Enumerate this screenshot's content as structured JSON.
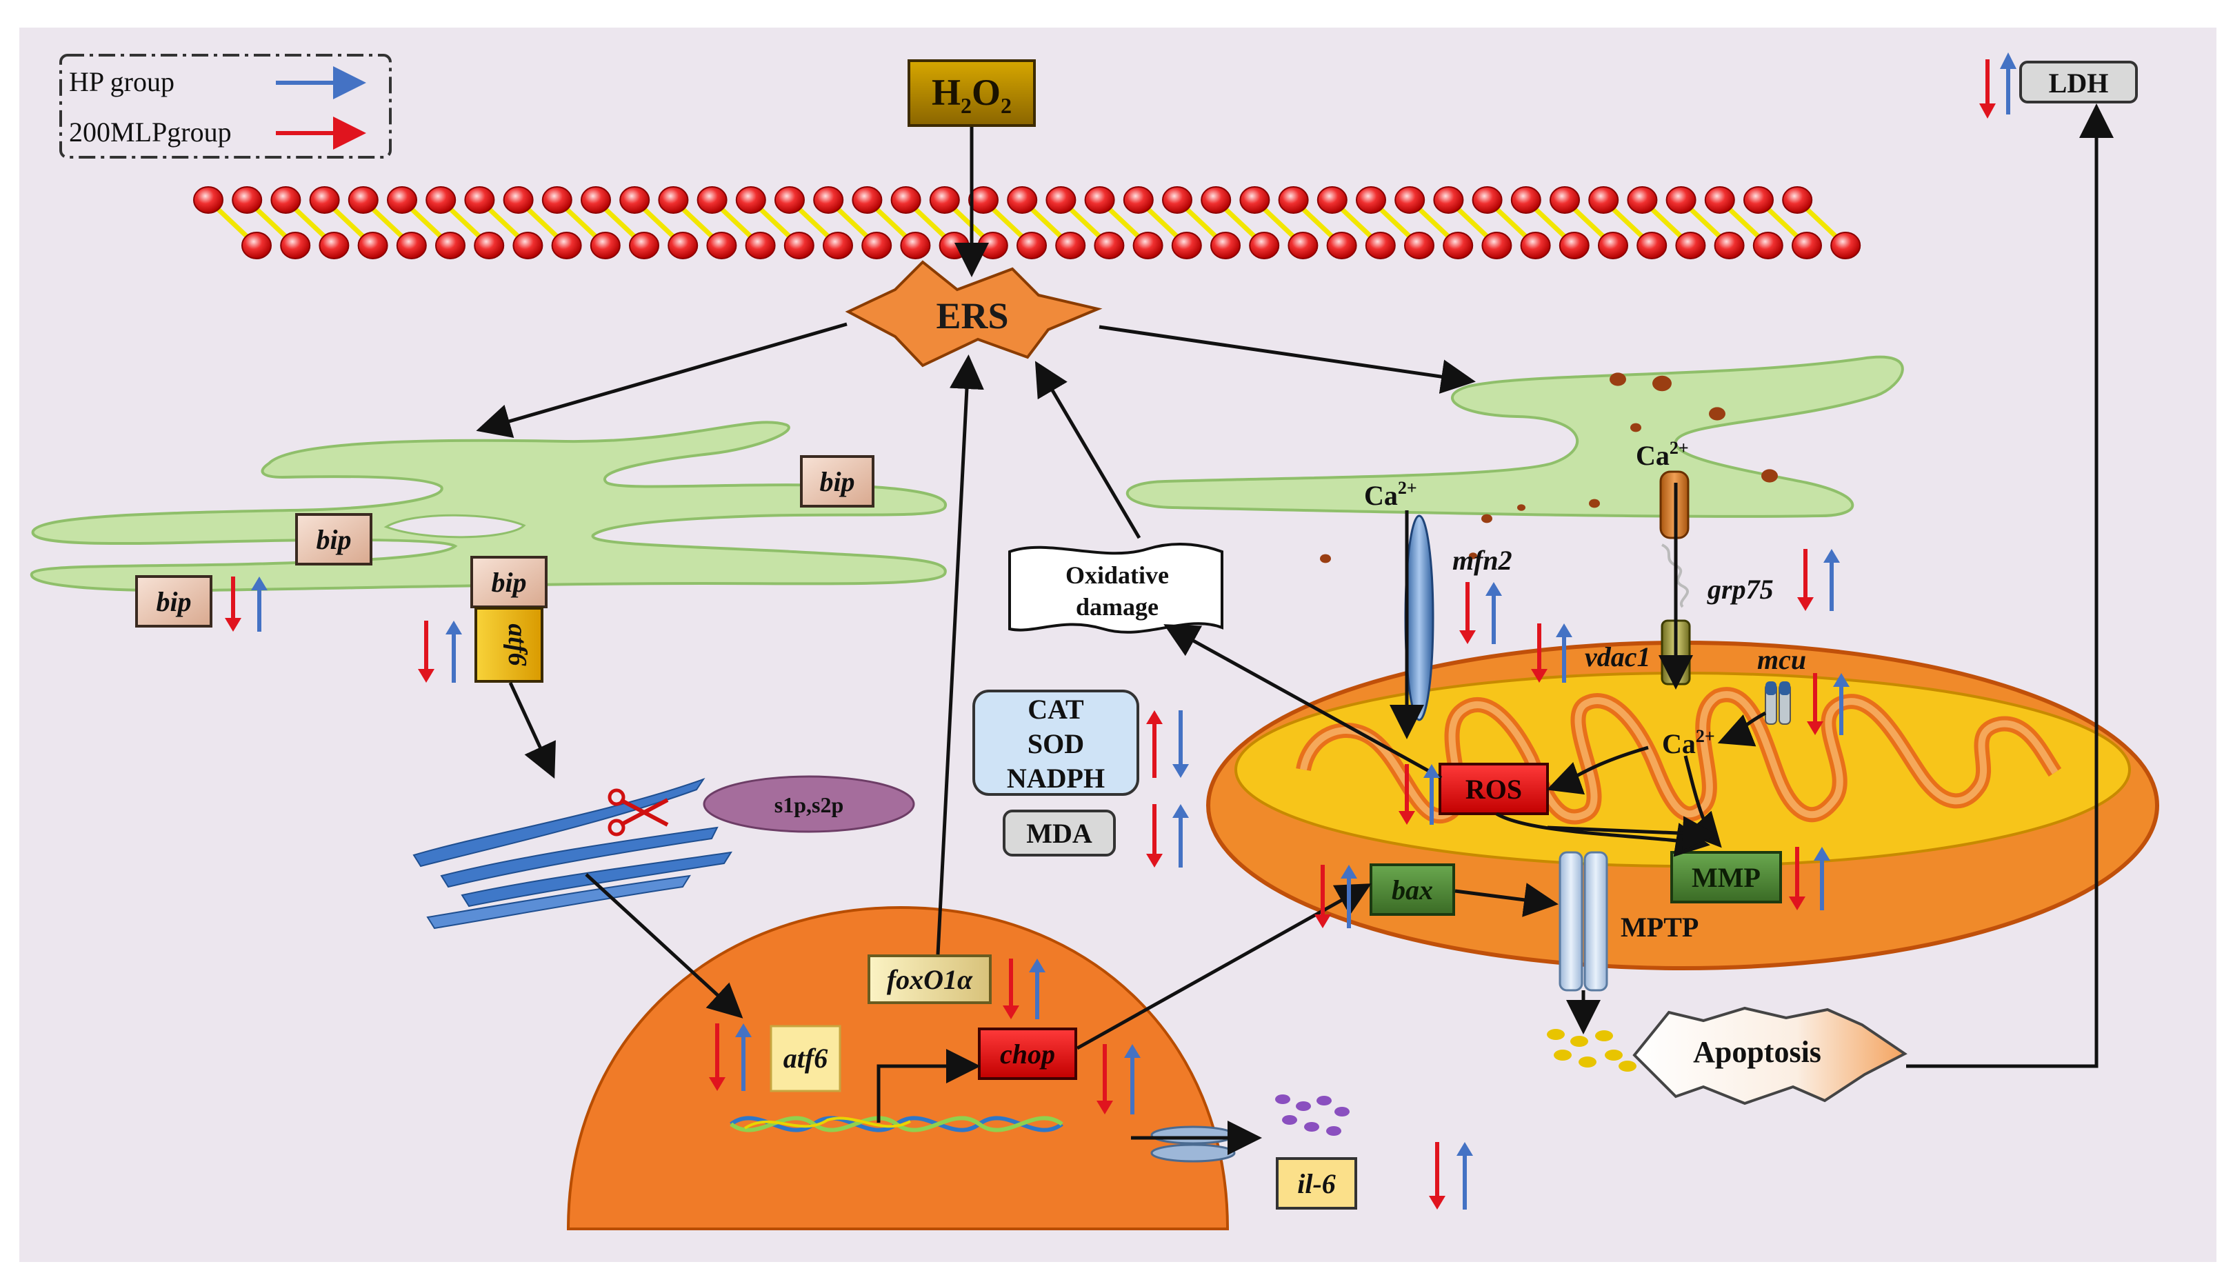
{
  "legend": {
    "hp_label": "HP group",
    "mlp_label": "200MLPgroup",
    "hp_color": "#4472c4",
    "mlp_color": "#e0141e"
  },
  "colors": {
    "background": "#ece6ee",
    "er": "#c6e3a6",
    "nucleus": "#f07b28",
    "mito_outer": "#f08a2a",
    "mito_inner": "#f7c51a",
    "red_box": "#e40f1a",
    "green_box": "#4e8a35",
    "h2o2_box": "#b58a00"
  },
  "labels": {
    "h2o2_main": "H",
    "h2o2_sub1": "2",
    "h2o2_mid": "O",
    "h2o2_sub2": "2",
    "ers": "ERS",
    "ldh": "LDH",
    "bip": "bip",
    "atf6": "atf6",
    "s1p_s2p": "s1p,s2p",
    "oxidative_line1": "Oxidative",
    "oxidative_line2": "damage",
    "cat": "CAT",
    "sod": "SOD",
    "nadph": "NADPH",
    "mda": "MDA",
    "foxo1a": "foxO1α",
    "chop": "chop",
    "il6": "il-6",
    "ca": "Ca",
    "ca_sup": "2+",
    "mfn2": "mfn2",
    "grp75": "grp75",
    "vdac1": "vdac1",
    "mcu": "mcu",
    "ros": "ROS",
    "bax": "bax",
    "mmp": "MMP",
    "mptp": "MPTP",
    "apoptosis": "Apoptosis"
  },
  "icons": [
    "er-membrane-icon",
    "dna-helix-icon",
    "scissors-icon",
    "ion-channel-icon",
    "arrow-up-icon",
    "arrow-down-icon"
  ]
}
